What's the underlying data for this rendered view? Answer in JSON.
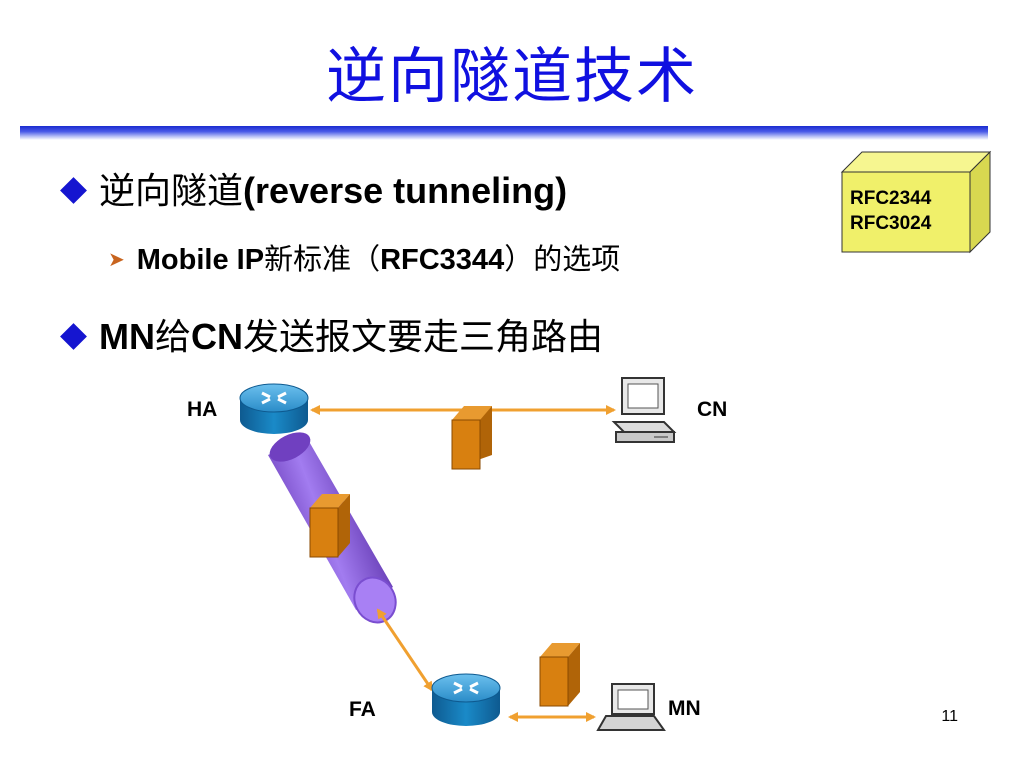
{
  "slide": {
    "title": "逆向隧道技术",
    "bullet1": {
      "zh": "逆向隧道",
      "en": "(reverse tunneling)"
    },
    "bullet2": {
      "en1": "Mobile IP",
      "zh1": "新标准（",
      "en2": "RFC3344",
      "zh2": "）的选项"
    },
    "bullet3": {
      "en1": "MN",
      "zh1": "给",
      "en2": "CN",
      "zh2": "发送报文要走三角路由"
    },
    "page_number": "11"
  },
  "rfc_box": {
    "line1": "RFC2344",
    "line2": "RFC3024",
    "color": "#f0f06a"
  },
  "diagram": {
    "labels": {
      "ha": "HA",
      "cn": "CN",
      "fa": "FA",
      "mn": "MN"
    },
    "colors": {
      "arrow": "#f0a030",
      "packet": "#d88010",
      "tunnel": "#8a50d8",
      "router": "#1a8ac8"
    }
  }
}
